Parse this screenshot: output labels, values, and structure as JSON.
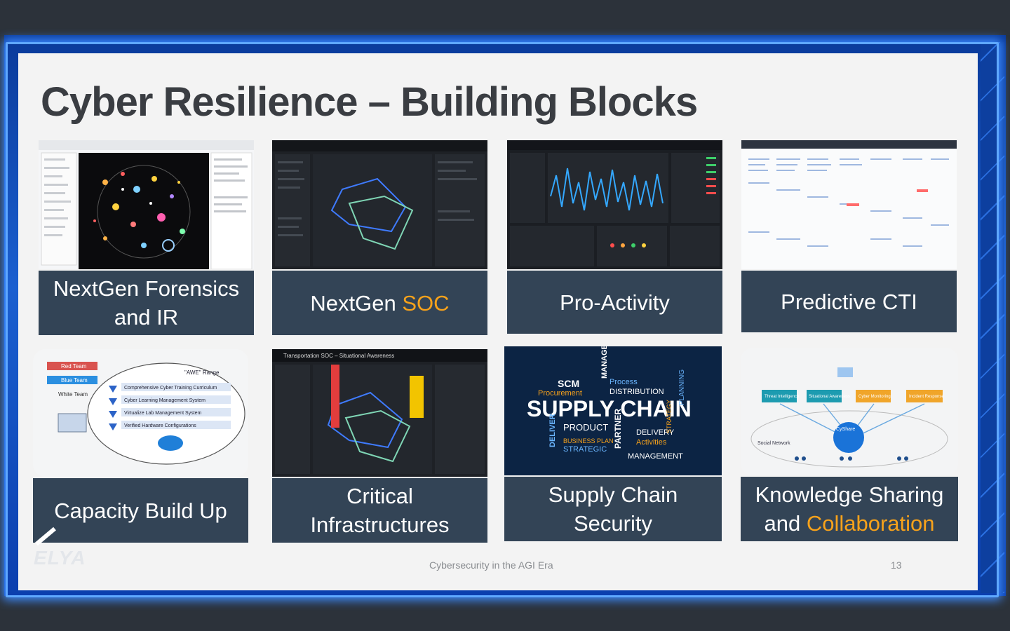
{
  "slide": {
    "title": "Cyber Resilience – Building Blocks",
    "footer": "Cybersecurity in the AGI Era",
    "page_number": "13",
    "logo_text": "ELYA"
  },
  "cards": {
    "forensics": {
      "line1": "NextGen Forensics",
      "line2": "and IR"
    },
    "soc": {
      "text": "NextGen ",
      "accent": "SOC"
    },
    "proactivity": {
      "text": "Pro-Activity"
    },
    "cti": {
      "text": "Predictive CTI"
    },
    "capacity": {
      "text": "Capacity Build Up"
    },
    "critical": {
      "line1": "Critical",
      "line2": "Infrastructures"
    },
    "supply": {
      "line1": "Supply Chain",
      "line2": "Security"
    },
    "knowledge": {
      "line1": "Knowledge Sharing",
      "line2_a": "and ",
      "line2_accent": "Collaboration"
    }
  },
  "thumbs": {
    "training": {
      "teams": [
        "Red Team",
        "Blue Team",
        "White Team"
      ],
      "range_label": "\"AWE\" Range",
      "items": [
        "Comprehensive Cyber Training Curriculum",
        "Cyber Learning Management System",
        "Virtualize Lab Management System",
        "Verified Hardware Configurations"
      ]
    },
    "critical": {
      "header": "Transportation SOC – Situational Awareness"
    },
    "supply_cloud": {
      "big": "SUPPLY CHAIN",
      "words": [
        "SCM",
        "Procurement",
        "Process",
        "DISTRIBUTION",
        "PRODUCT",
        "BUSINESS PLAN",
        "STRATEGIC",
        "PARTNER",
        "DELIVERY",
        "Activities",
        "MANAGEMENT",
        "DELIVER",
        "MANAGE",
        "PLANNING",
        "STRATEGY"
      ]
    },
    "knowledge": {
      "boxes": [
        "Threat Intelligence",
        "Situational Awareness",
        "Cyber Monitoring",
        "Incident Response"
      ],
      "hub": "CyShare",
      "social": "Social Network"
    }
  },
  "colors": {
    "label_bg": "#334456",
    "accent": "#f7a21b",
    "title": "#3a3d42"
  }
}
